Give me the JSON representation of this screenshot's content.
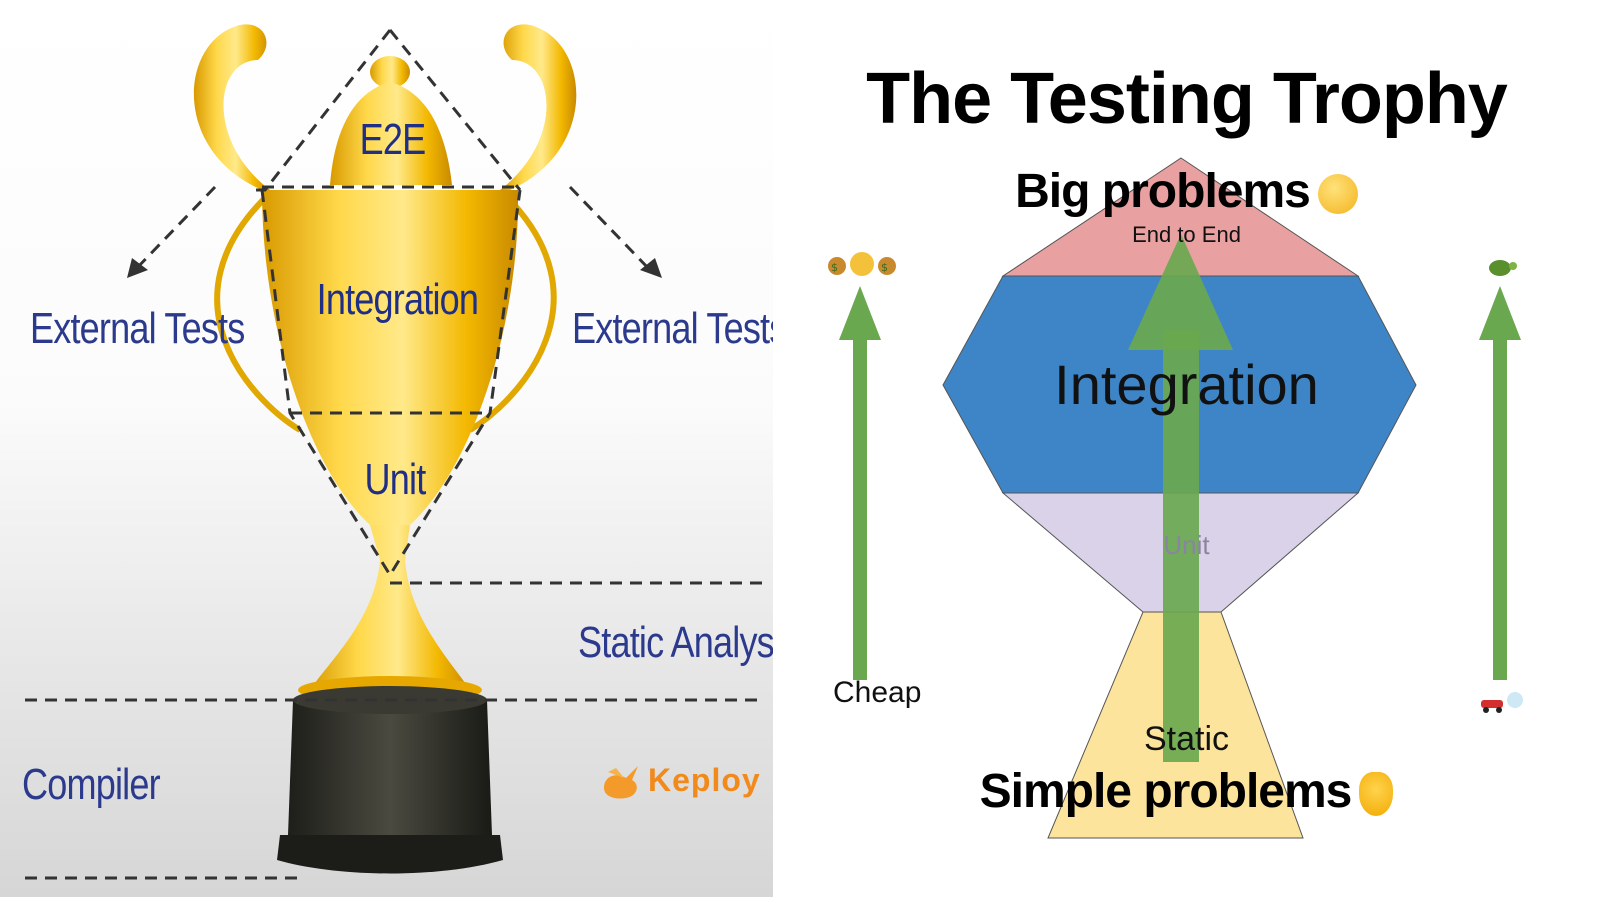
{
  "left": {
    "labels": {
      "e2e": "E2E",
      "integration": "Integration",
      "unit": "Unit",
      "external_left": "External Tests",
      "external_right": "External Tests",
      "static_analysis": "Static Analysis",
      "compiler": "Compiler"
    },
    "brand": {
      "name": "Keploy",
      "color": "#f28a1b"
    },
    "colors": {
      "label": "#2b3a8c",
      "gold": "#f5b800",
      "base": "#2a2a24"
    }
  },
  "right": {
    "title": "The Testing Trophy",
    "top_caption": "Big problems",
    "bottom_caption": "Simple problems",
    "layers": [
      {
        "name": "End to End",
        "color": "#e8a0a0"
      },
      {
        "name": "Integration",
        "color": "#3d85c6"
      },
      {
        "name": "Unit",
        "color": "#d9d2e9"
      },
      {
        "name": "Static",
        "color": "#fce49c"
      }
    ],
    "left_axis": {
      "bottom": "Cheap",
      "top_icon": "money-bags-icon"
    },
    "right_axis": {
      "top_icon": "turtle-icon",
      "bottom_icon": "race-car-icon"
    },
    "arrow_color": "#6aa84f"
  }
}
